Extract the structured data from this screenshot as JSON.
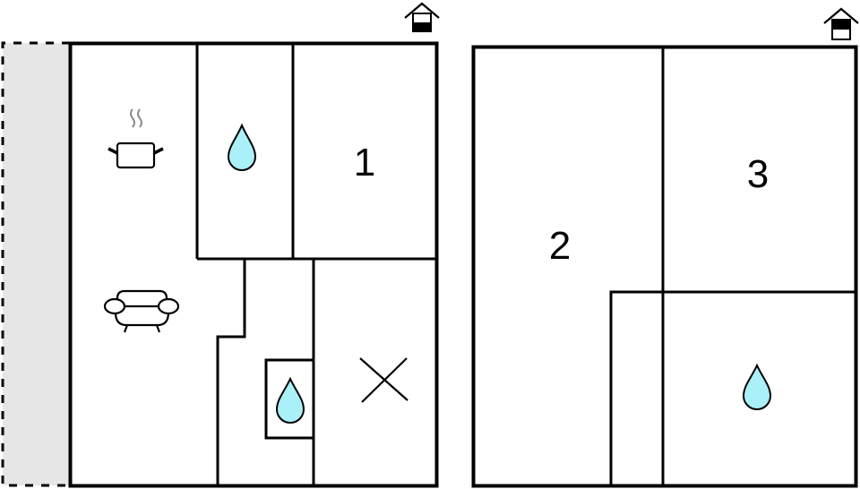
{
  "floor_plan": {
    "colors": {
      "wall": "#000000",
      "terrace_fill": "#e6e6e6",
      "water_fill": "#aaf0f8",
      "steam": "#8c8c8c",
      "background": "#ffffff"
    },
    "floors": [
      {
        "id": "ground-floor",
        "level_icon": "house-level-ground-icon",
        "rooms": [
          {
            "id": "kitchen-living",
            "label": "",
            "icons": [
              "cooking-pot-icon",
              "sofa-icon"
            ]
          },
          {
            "id": "bathroom-1",
            "label": "",
            "icons": [
              "water-drop-icon"
            ]
          },
          {
            "id": "bedroom-1",
            "label": "1",
            "icons": []
          },
          {
            "id": "hallway",
            "label": "",
            "icons": []
          },
          {
            "id": "shower",
            "label": "",
            "icons": [
              "water-drop-icon"
            ]
          },
          {
            "id": "technical-room",
            "label": "",
            "icons": [
              "x-mark-icon"
            ]
          }
        ],
        "terrace": {
          "id": "terrace",
          "style": "dashed-outline-grey-fill"
        }
      },
      {
        "id": "upper-floor",
        "level_icon": "house-level-upper-icon",
        "rooms": [
          {
            "id": "bedroom-2",
            "label": "2",
            "icons": []
          },
          {
            "id": "bedroom-3",
            "label": "3",
            "icons": []
          },
          {
            "id": "bathroom-2",
            "label": "",
            "icons": [
              "water-drop-icon"
            ]
          },
          {
            "id": "closet",
            "label": "",
            "icons": []
          }
        ]
      }
    ]
  }
}
